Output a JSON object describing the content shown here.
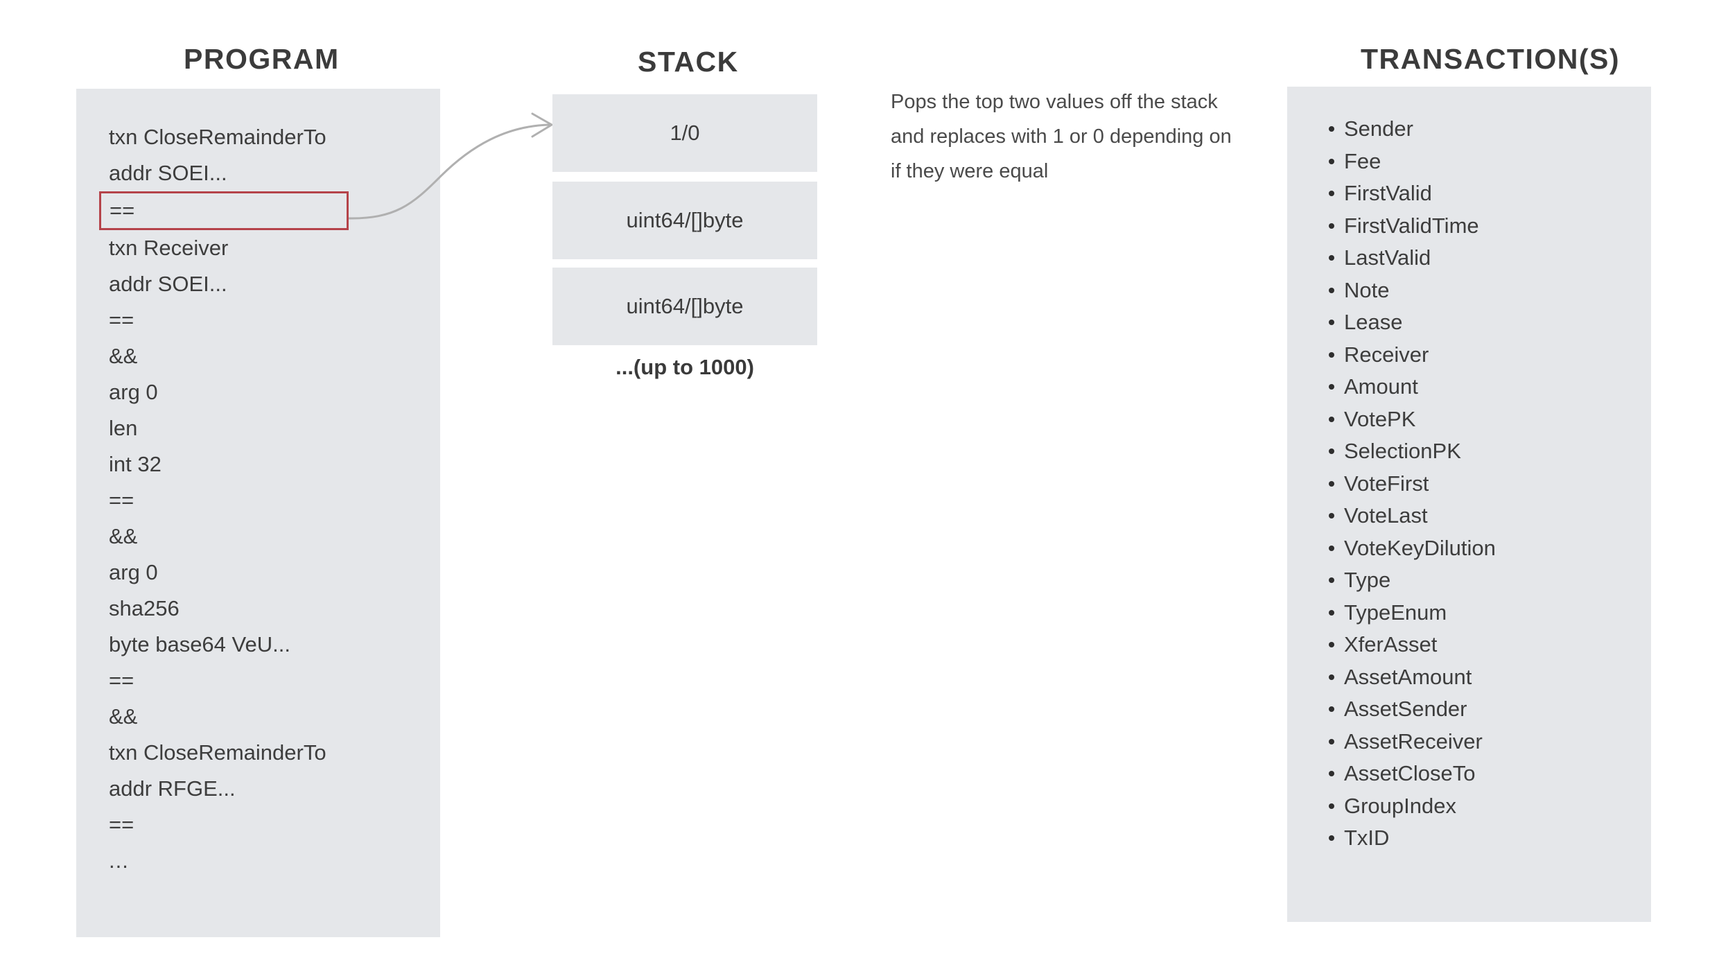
{
  "columns": {
    "program_title": "PROGRAM",
    "stack_title": "STACK",
    "transactions_title": "TRANSACTION(S)"
  },
  "program": {
    "lines": [
      "txn CloseRemainderTo",
      "addr SOEI...",
      "==",
      "txn Receiver",
      "addr SOEI...",
      "==",
      "&&",
      "arg 0",
      "len",
      "int 32",
      "==",
      "&&",
      "arg 0",
      "sha256",
      "byte base64 VeU...",
      "==",
      "&&",
      "txn CloseRemainderTo",
      "addr RFGE...",
      "==",
      "..."
    ],
    "highlighted_line_index": 2,
    "highlight_color": "#b5434a"
  },
  "stack": {
    "cells": [
      "1/0",
      "uint64/[]byte",
      "uint64/[]byte"
    ],
    "more_label": "...(up to 1000)"
  },
  "annotation": {
    "text": "Pops the top two values off the stack and replaces with 1 or 0 depending on if they were equal"
  },
  "transactions": {
    "fields": [
      "Sender",
      "Fee",
      "FirstValid",
      "FirstValidTime",
      "LastValid",
      "Note",
      "Lease",
      "Receiver",
      "Amount",
      "VotePK",
      "SelectionPK",
      "VoteFirst",
      "VoteLast",
      "VoteKeyDilution",
      "Type",
      "TypeEnum",
      "XferAsset",
      "AssetAmount",
      "AssetSender",
      "AssetReceiver",
      "AssetCloseTo",
      "GroupIndex",
      "TxID"
    ]
  },
  "colors": {
    "panel_background": "#e5e7ea",
    "page_background": "#ffffff",
    "text": "#3d3d3d",
    "highlight_border": "#b5434a",
    "connector": "#b0b0b0"
  }
}
